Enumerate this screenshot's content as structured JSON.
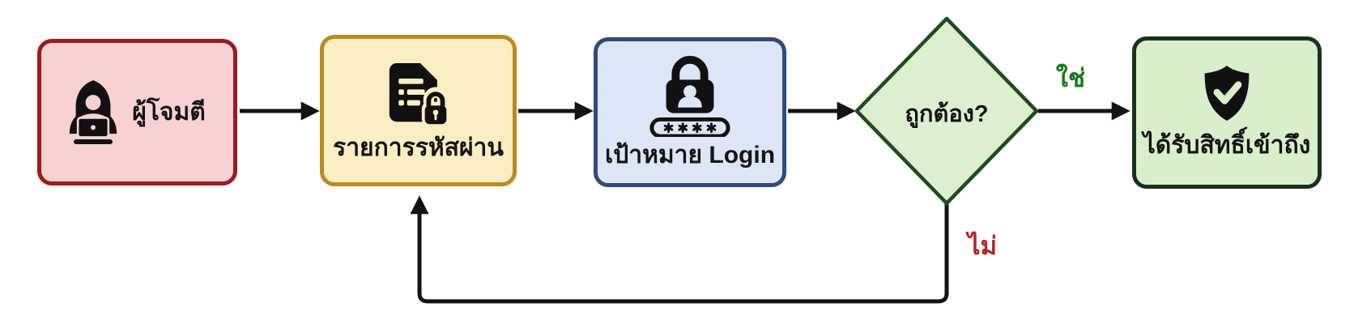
{
  "diagram": {
    "kind": "flowchart",
    "direction": "left-to-right",
    "background": "#ffffff",
    "line_color": "#131313",
    "text_color": "#141414",
    "nodes": [
      {
        "id": "attacker",
        "shape": "rounded-rect",
        "label": "ผู้โจมตี",
        "icon": "hacker-laptop-icon",
        "fill": "#f8d2d2",
        "border": "#9e1b1b"
      },
      {
        "id": "password-list",
        "shape": "rounded-rect",
        "label": "รายการรหัสผ่าน",
        "icon": "document-lock-icon",
        "fill": "#faeec2",
        "border": "#bb8b1e"
      },
      {
        "id": "login-target",
        "shape": "rounded-rect",
        "label": "เป้าหมาย Login",
        "icon": "lock-user-password-icon",
        "fill": "#dde6f7",
        "border": "#2e4a7c"
      },
      {
        "id": "decision",
        "shape": "diamond",
        "label": "ถูกต้อง?",
        "icon": "",
        "fill": "#ddefd0",
        "border": "#1d4d1d"
      },
      {
        "id": "access-granted",
        "shape": "rounded-rect",
        "label": "ได้รับสิทธิ์เข้าถึง",
        "icon": "shield-check-icon",
        "fill": "#d9efcc",
        "border": "#18321a"
      }
    ],
    "edges": [
      {
        "from": "attacker",
        "to": "password-list",
        "label": ""
      },
      {
        "from": "password-list",
        "to": "login-target",
        "label": ""
      },
      {
        "from": "login-target",
        "to": "decision",
        "label": ""
      },
      {
        "from": "decision",
        "to": "access-granted",
        "label": "ใช่",
        "label_color": "#1a7a1a"
      },
      {
        "from": "decision",
        "to": "password-list",
        "label": "ไม่",
        "label_color": "#b32424"
      }
    ]
  }
}
